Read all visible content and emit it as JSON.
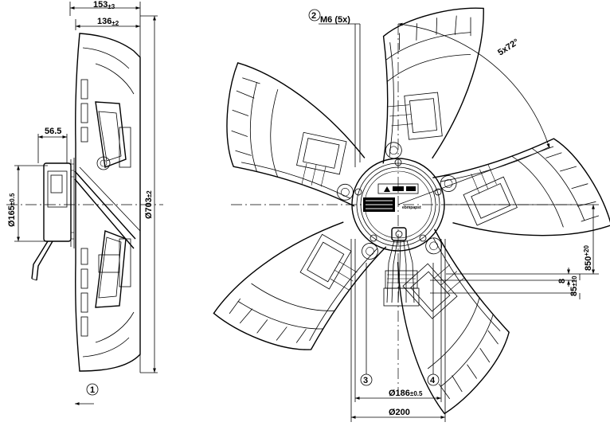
{
  "dimensions": {
    "overall_depth": "153",
    "overall_depth_tol": "±3",
    "blade_depth": "136",
    "blade_depth_tol": "±2",
    "motor_depth": "56.5",
    "motor_diameter": "Ø165",
    "motor_diameter_tol": "±0.5",
    "impeller_diameter": "Ø703",
    "impeller_diameter_tol": "±2",
    "hole_pattern": "Ø186",
    "hole_pattern_tol": "±0.5",
    "rotor_diameter": "Ø200",
    "cable_length": "850",
    "cable_length_tol": "+20",
    "strip_length": "8",
    "sleeve_length": "85",
    "sleeve_length_tol": "±10",
    "blade_spacing": "5x72°"
  },
  "callouts": {
    "c1": "1",
    "c2": "2",
    "c3": "3",
    "c4": "4",
    "thread": "M6 (5x)"
  },
  "nameplate": {
    "brand": "ebmpapst"
  }
}
